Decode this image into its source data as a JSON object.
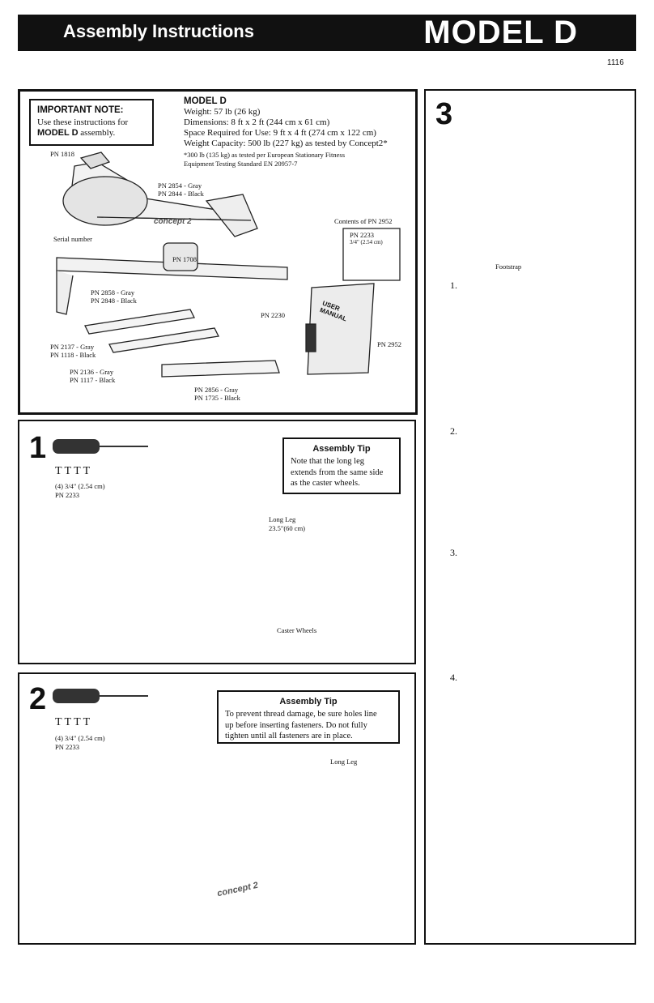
{
  "header": {
    "title": "Assembly Instructions",
    "model": "MODEL D",
    "doc_number": "1116"
  },
  "parts_panel": {
    "note_heading": "IMPORTANT NOTE:",
    "note_line1": "Use these instructions for",
    "note_line2_bold": "MODEL D",
    "note_line2_rest": " assembly.",
    "spec_title": "MODEL D",
    "specs": [
      "Weight: 57 lb (26 kg)",
      "Dimensions: 8 ft x 2 ft (244 cm x 61 cm)",
      "Space Required for Use: 9 ft x 4 ft (274 cm x 122 cm)",
      "Weight Capacity: 500 lb (227 kg) as tested by Concept2*"
    ],
    "spec_footnote": [
      "*300 lb (135 kg) as tested per European Stationary Fitness",
      "Equipment Testing Standard EN 20957-7"
    ],
    "labels": {
      "pn1818": "PN 1818",
      "pn2854": "PN 2854 - Gray",
      "pn2844": "PN 2844 - Black",
      "serial": "Serial number",
      "brand": "concept 2",
      "pn1708": "PN 1708",
      "pn2858": "PN 2858 - Gray",
      "pn2848": "PN 2848 - Black",
      "pn2137": "PN 2137 - Gray",
      "pn1118": "PN 1118 - Black",
      "pn2136": "PN 2136 - Gray",
      "pn1117": "PN 1117 - Black",
      "pn2856": "PN 2856 - Gray",
      "pn1735": "PN 1735 - Black",
      "contents": "Contents of PN 2952",
      "pn2233": "PN 2233",
      "size": "3/4\" (2.54 cm)",
      "pn2230": "PN 2230",
      "pn2952": "PN 2952",
      "manual1": "USER",
      "manual2": "MANUAL"
    }
  },
  "step1": {
    "number": "1",
    "qty": "(4) 3/4\" (2.54 cm)",
    "pn": "PN 2233",
    "tip_heading": "Assembly Tip",
    "tip_lines": [
      "Note that the long leg",
      "extends from the same side",
      "as the caster wheels."
    ],
    "long_leg": "Long Leg",
    "long_leg_size": "23.5\"(60 cm)",
    "caster": "Caster Wheels"
  },
  "step2": {
    "number": "2",
    "qty": "(4) 3/4\" (2.54 cm)",
    "pn": "PN 2233",
    "tip_heading": "Assembly Tip",
    "tip_lines": [
      "To prevent thread damage, be sure holes line",
      "up before inserting fasteners. Do not fully",
      "tighten until all fasteners are in place."
    ],
    "long_leg": "Long Leg",
    "brand": "concept 2"
  },
  "step3": {
    "number": "3",
    "footstrap": "Footstrap",
    "substeps": [
      "1.",
      "2.",
      "3.",
      "4."
    ]
  }
}
